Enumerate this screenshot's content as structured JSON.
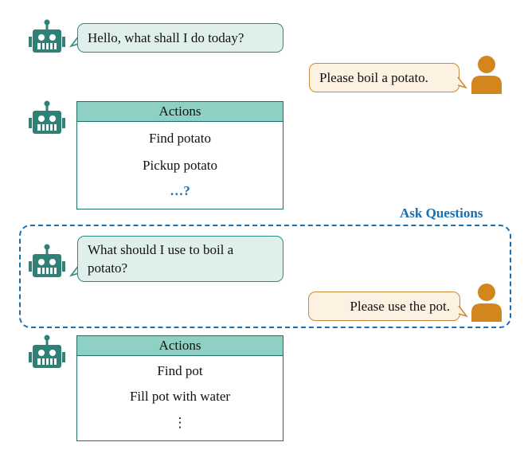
{
  "messages": {
    "bot_greeting": "Hello, what shall I do today?",
    "user_request": "Please boil a potato.",
    "bot_question": "What should I use to boil a potato?",
    "user_answer": "Please use the pot."
  },
  "actions_1": {
    "header": "Actions",
    "items": [
      "Find potato",
      "Pickup potato"
    ],
    "pending": "…?"
  },
  "ask_section": {
    "label": "Ask Questions"
  },
  "actions_2": {
    "header": "Actions",
    "items": [
      "Find pot",
      "Fill pot with water"
    ],
    "more": "⋮"
  },
  "colors": {
    "robot": "#2f8178",
    "person": "#d4861e",
    "dashed_border": "#1a6fb0",
    "actions_header_fill": "#8fd0c4",
    "bot_bubble_fill": "#dff0ec",
    "user_bubble_fill": "#fdf1e2"
  },
  "icons": [
    "robot-icon",
    "person-icon"
  ]
}
